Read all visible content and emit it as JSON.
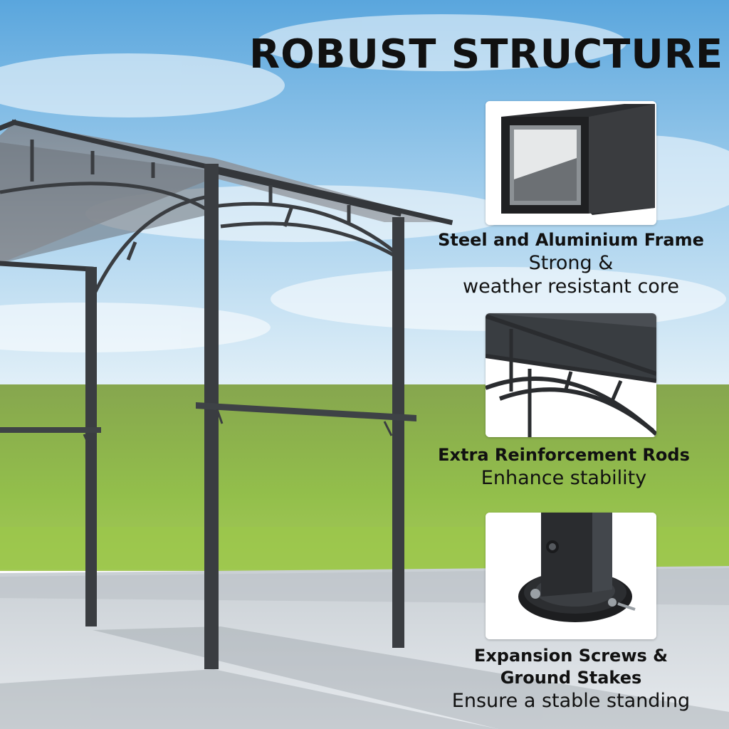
{
  "headline": "ROBUST STRUCTURE",
  "features": [
    {
      "title": "Steel and Aluminium Frame",
      "description_line1": "Strong &",
      "description_line2": "weather resistant core",
      "image_icon": "square-tube-cross-section"
    },
    {
      "title": "Extra Reinforcement Rods",
      "description_line1": "Enhance stability",
      "image_icon": "roof-frame-arch-detail"
    },
    {
      "title_line1": "Expansion Screws &",
      "title_line2": "Ground Stakes",
      "description_line1": "Ensure a stable standing",
      "image_icon": "leg-base-plate"
    }
  ],
  "colors": {
    "sky_top": "#5aa6dd",
    "sky_bottom": "#d6ebf6",
    "grass": "#8cb849",
    "patio": "#d8dde2",
    "frame": "#3c3f43",
    "text": "#111111"
  }
}
